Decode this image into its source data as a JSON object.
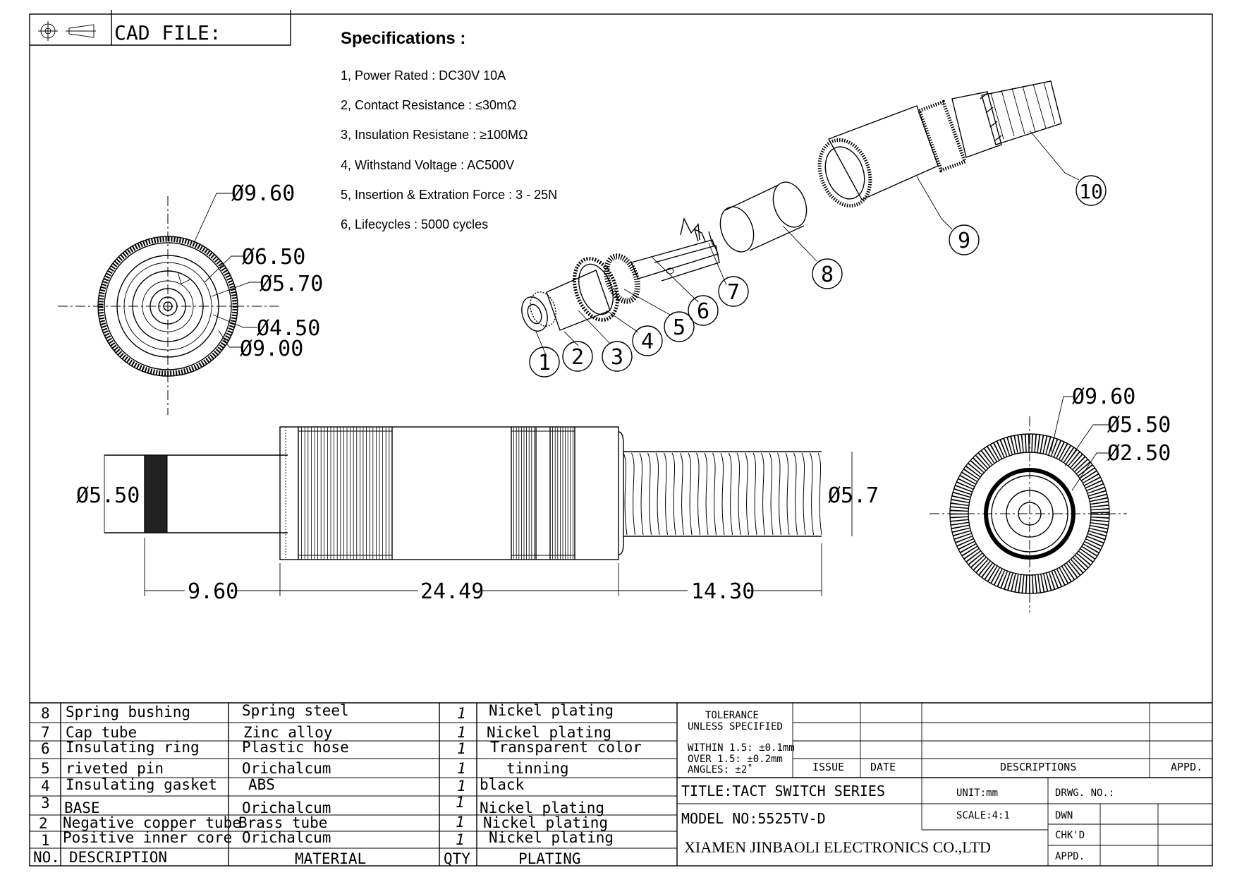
{
  "title_block_top": {
    "label": "CAD FILE:"
  },
  "specifications": {
    "heading": "Specifications :",
    "items": [
      "1, Power Rated : DC30V 10A",
      "2, Contact Resistance : ≤30mΩ",
      "3, Insulation Resistane : ≥100MΩ",
      "4, Withstand Voltage : AC500V",
      "5, Insertion & Extration Force : 3 - 25N",
      "6, Lifecycles : 5000 cycles"
    ]
  },
  "dims": {
    "left_view": [
      "Ø9.60",
      "Ø6.50",
      "Ø5.70",
      "Ø4.50",
      "Ø9.00"
    ],
    "right_view": [
      "Ø9.60",
      "Ø5.50",
      "Ø2.50"
    ],
    "side_view": {
      "dia_left": "Ø5.50",
      "dia_right": "Ø5.7",
      "len_a": "9.60",
      "len_b": "24.49",
      "len_c": "14.30"
    }
  },
  "balloons": [
    "1",
    "2",
    "3",
    "4",
    "5",
    "6",
    "7",
    "8",
    "9",
    "10"
  ],
  "bom": {
    "headers": {
      "no": "NO.",
      "desc": "DESCRIPTION",
      "material": "MATERIAL",
      "qty": "QTY",
      "plating": "PLATING"
    },
    "rows": [
      {
        "no": "8",
        "desc": "Spring bushing",
        "material": "Spring steel",
        "qty": "1",
        "plating": "Nickel plating"
      },
      {
        "no": "7",
        "desc": "Cap tube",
        "material": "Zinc alloy",
        "qty": "1",
        "plating": "Nickel plating"
      },
      {
        "no": "6",
        "desc": "Insulating ring",
        "material": "Plastic hose",
        "qty": "1",
        "plating": "Transparent color"
      },
      {
        "no": "5",
        "desc": "riveted pin",
        "material": "Orichalcum",
        "qty": "1",
        "plating": "tinning"
      },
      {
        "no": "4",
        "desc": "Insulating gasket",
        "material": "ABS",
        "qty": "1",
        "plating": "black"
      },
      {
        "no": "3",
        "desc": "BASE",
        "material": "Orichalcum",
        "qty": "1",
        "plating": "Nickel plating"
      },
      {
        "no": "2",
        "desc": "Negative copper tube",
        "material": "Brass tube",
        "qty": "1",
        "plating": "Nickel plating"
      },
      {
        "no": "1",
        "desc": "Positive inner core",
        "material": "Orichalcum",
        "qty": "1",
        "plating": "Nickel plating"
      }
    ]
  },
  "title_block": {
    "tolerance_1": "TOLERANCE",
    "tolerance_2": "UNLESS SPECIFIED",
    "within": "WITHIN 1.5: ±0.1mm",
    "over": "OVER 1.5:  ±0.2mm",
    "angles": "ANGLES: ±2˚",
    "issue": "ISSUE",
    "date": "DATE",
    "descriptions": "DESCRIPTIONS",
    "appd_rev": "APPD.",
    "title": "TITLE:TACT SWITCH SERIES",
    "unit": "UNIT:mm",
    "drwg_no": "DRWG. NO.:",
    "model": "MODEL NO:5525TV-D",
    "scale": "SCALE:4:1",
    "dwn": "DWN",
    "chkd": "CHK'D",
    "appd": "APPD.",
    "company": "XIAMEN JINBAOLI ELECTRONICS CO.,LTD"
  }
}
